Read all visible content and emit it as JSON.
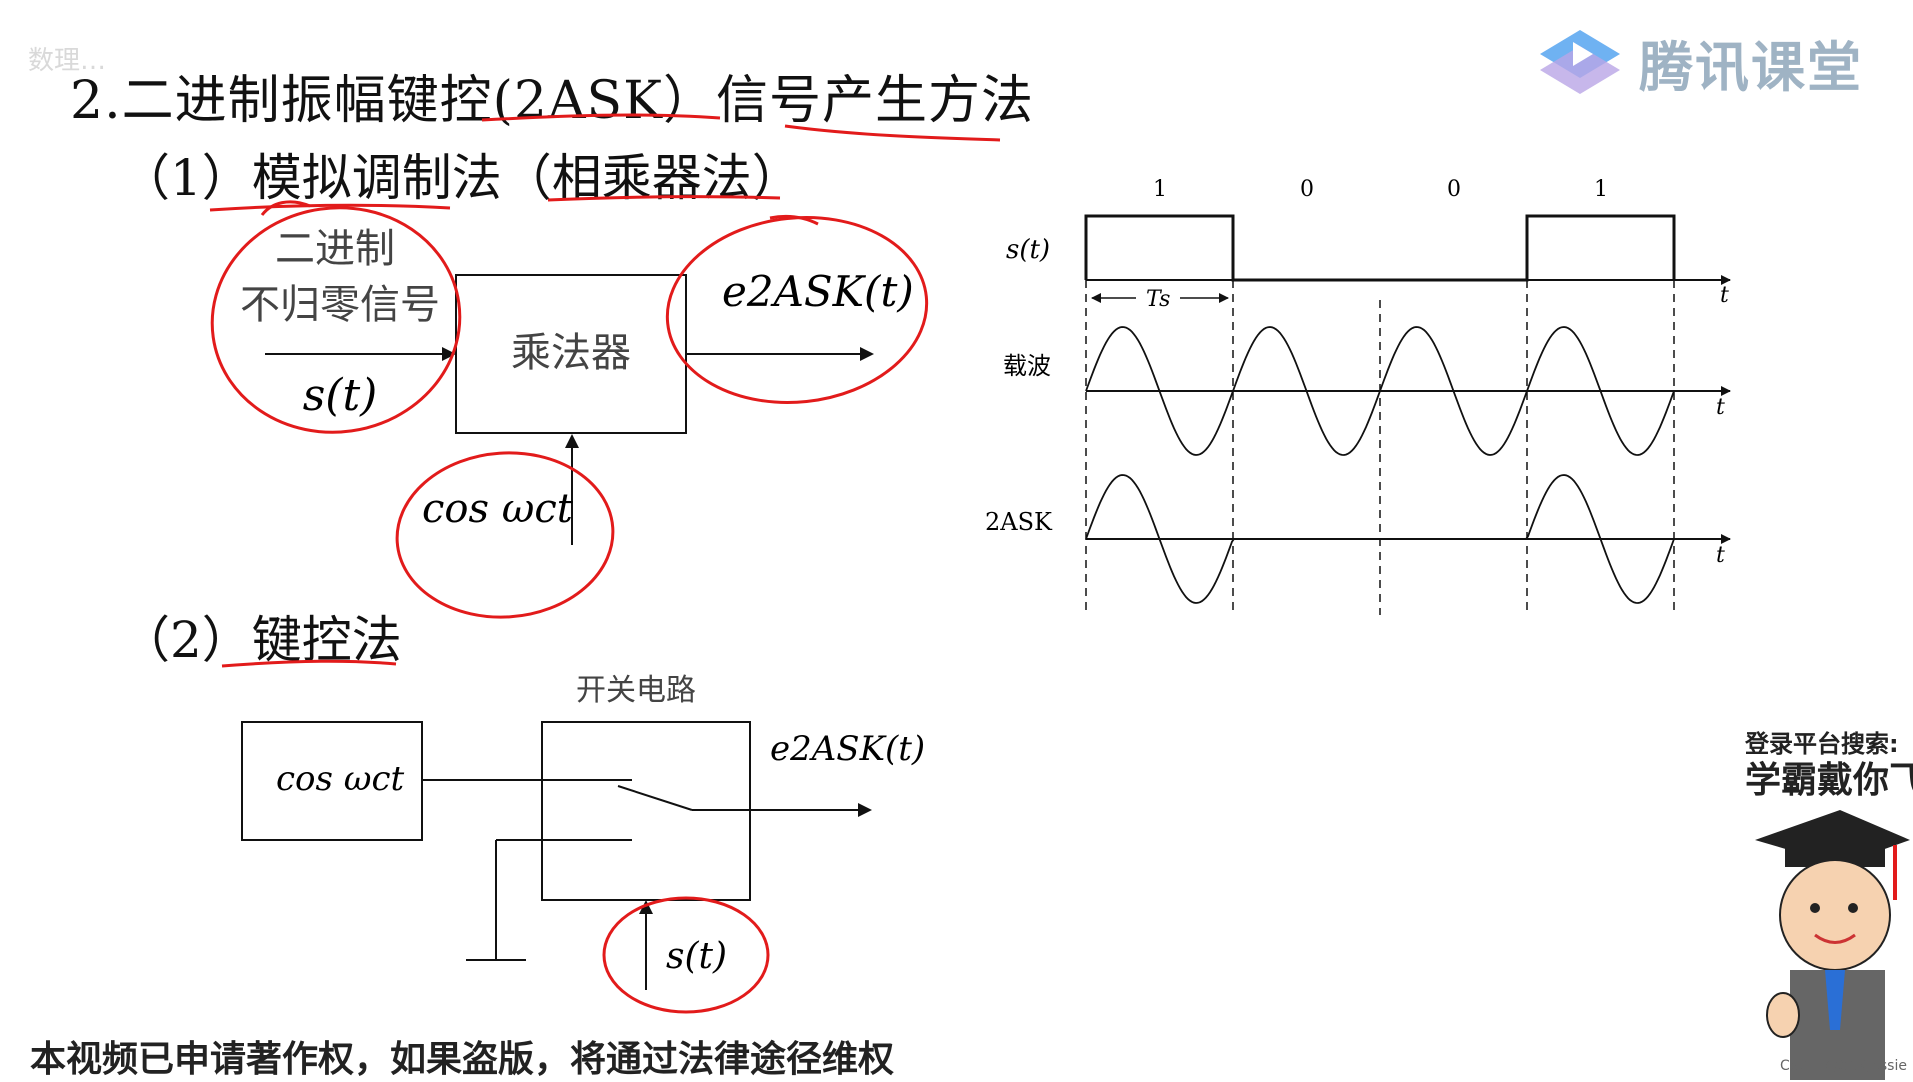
{
  "slide": {
    "title": "2.二进制振幅键控(2ASK）信号产生方法",
    "section1": "（1）模拟调制法（相乘器法）",
    "section2": "（2）键控法"
  },
  "watermark": {
    "top_left": "数理…",
    "brand": "腾讯课堂"
  },
  "diagram1": {
    "input_label_line1": "二进制",
    "input_label_line2": "不归零信号",
    "input_signal": "s(t)",
    "multiplier": "乘法器",
    "output": "e2ASK(t)",
    "carrier": "cos ωct"
  },
  "diagram2": {
    "switch_label": "开关电路",
    "carrier": "cos ωct",
    "output": "e2ASK(t)",
    "control": "s(t)"
  },
  "waveform": {
    "bits": [
      "1",
      "0",
      "0",
      "1"
    ],
    "row_labels": [
      "s(t)",
      "载波",
      "2ASK"
    ],
    "axis_label": "t",
    "period_label": "Ts"
  },
  "footer": {
    "notice": "本视频已申请著作权，如果盗版，将通过法律途径维权",
    "promo_line1": "登录平台搜索:",
    "promo_line2": "学霸戴你飞",
    "credit": "CSDN @XXXJessie"
  },
  "colors": {
    "annotation": "#e21b1b",
    "brand": "#5aa0e6"
  }
}
